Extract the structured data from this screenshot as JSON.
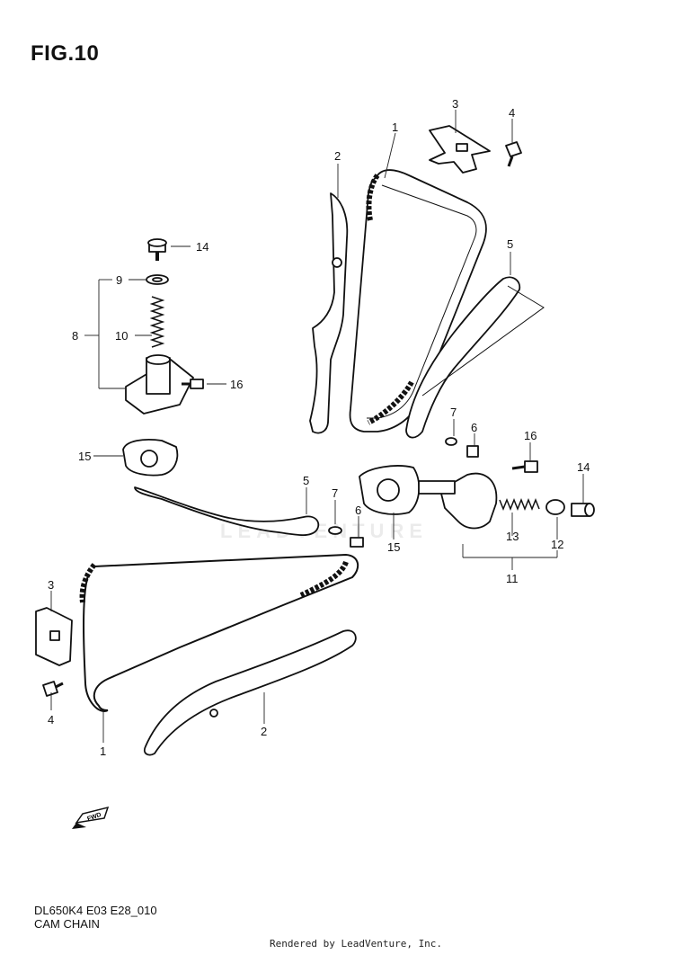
{
  "figure": {
    "title": "FIG.10"
  },
  "footer": {
    "code": "DL650K4 E03 E28_010",
    "name": "CAM CHAIN",
    "credit": "Rendered by LeadVenture, Inc."
  },
  "watermark": {
    "text": "LEADVENTURE"
  },
  "fwd_label": "FWD",
  "callouts": [
    {
      "id": "c1a",
      "text": "1"
    },
    {
      "id": "c1b",
      "text": "1"
    },
    {
      "id": "c2a",
      "text": "2"
    },
    {
      "id": "c2b",
      "text": "2"
    },
    {
      "id": "c3a",
      "text": "3"
    },
    {
      "id": "c3b",
      "text": "3"
    },
    {
      "id": "c4a",
      "text": "4"
    },
    {
      "id": "c4b",
      "text": "4"
    },
    {
      "id": "c5a",
      "text": "5"
    },
    {
      "id": "c5b",
      "text": "5"
    },
    {
      "id": "c6a",
      "text": "6"
    },
    {
      "id": "c6b",
      "text": "6"
    },
    {
      "id": "c7a",
      "text": "7"
    },
    {
      "id": "c7b",
      "text": "7"
    },
    {
      "id": "c8",
      "text": "8"
    },
    {
      "id": "c9",
      "text": "9"
    },
    {
      "id": "c10",
      "text": "10"
    },
    {
      "id": "c11",
      "text": "11"
    },
    {
      "id": "c12",
      "text": "12"
    },
    {
      "id": "c13",
      "text": "13"
    },
    {
      "id": "c14a",
      "text": "14"
    },
    {
      "id": "c14b",
      "text": "14"
    },
    {
      "id": "c15a",
      "text": "15"
    },
    {
      "id": "c15b",
      "text": "15"
    },
    {
      "id": "c16a",
      "text": "16"
    },
    {
      "id": "c16b",
      "text": "16"
    }
  ]
}
